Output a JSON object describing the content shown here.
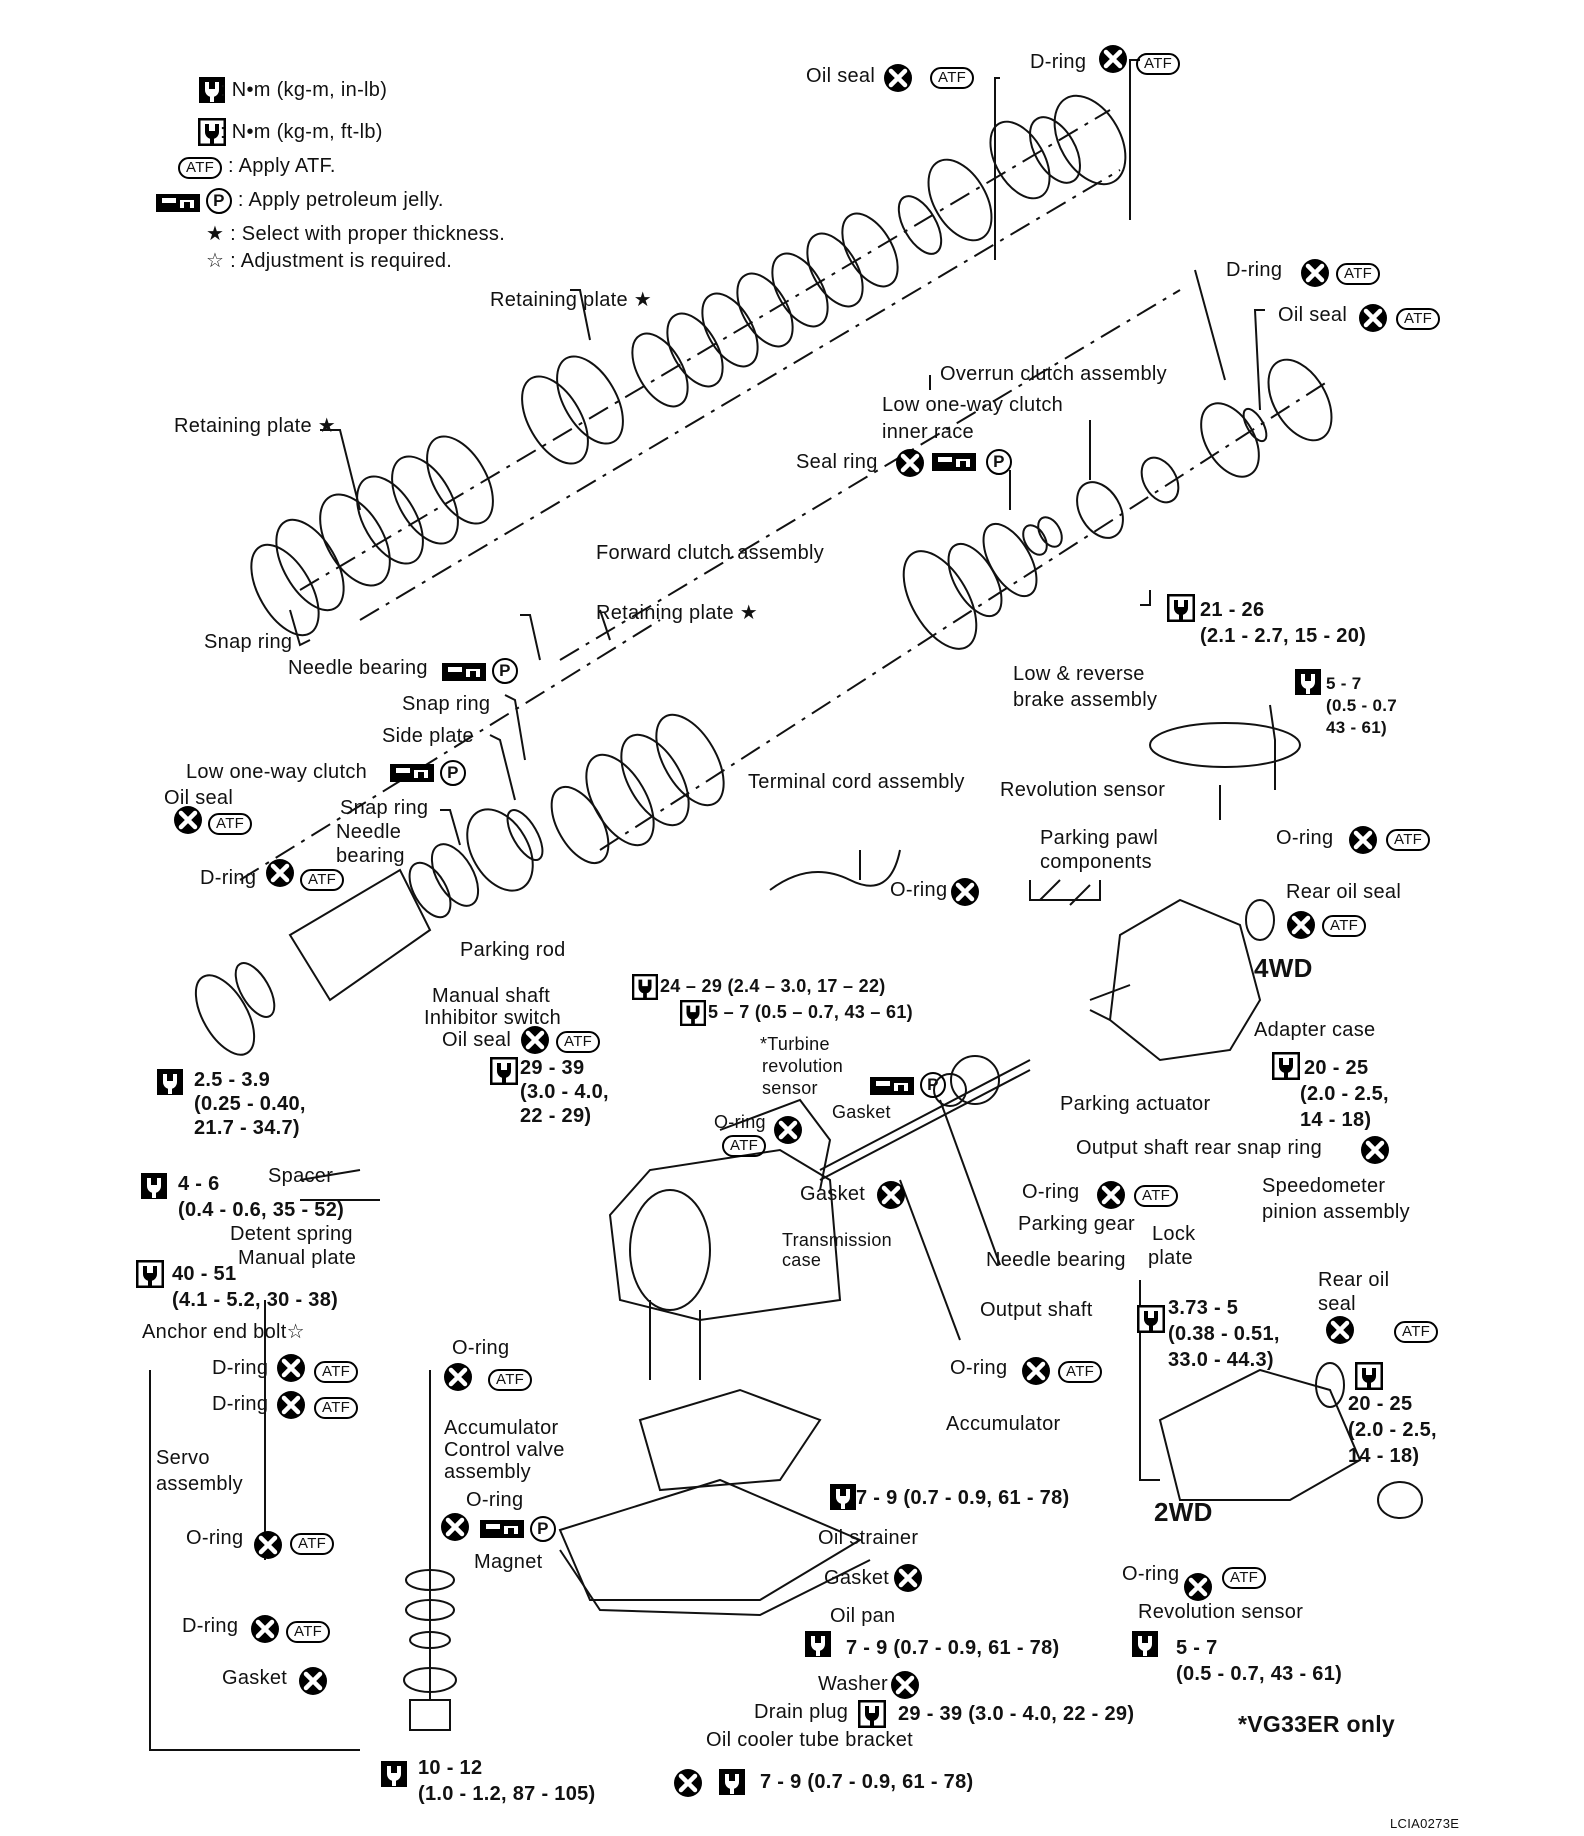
{
  "legend": {
    "items": [
      {
        "symbol": ": ",
        "text": "N•m (kg-m, in-lb)"
      },
      {
        "symbol": ": ",
        "text": "N•m (kg-m, ft-lb)"
      },
      {
        "symbol": "ATF",
        "text": ": Apply ATF."
      },
      {
        "symbol": "P",
        "text": ": Apply petroleum jelly."
      },
      {
        "symbol": "★",
        "text": ": Select with proper thickness."
      },
      {
        "symbol": "☆",
        "text": ": Adjustment is required."
      }
    ]
  },
  "badges": {
    "atf": "ATF",
    "p": "P"
  },
  "labels": {
    "oil_seal_top": "Oil seal",
    "d_ring_top": "D-ring",
    "d_ring_right": "D-ring",
    "oil_seal_right": "Oil seal",
    "retaining_plate_1": "Retaining plate ★",
    "overrun_clutch": "Overrun clutch assembly",
    "retaining_plate_2": "Retaining plate ★",
    "low_one_way_inner_1": "Low one-way clutch",
    "low_one_way_inner_2": "inner race",
    "seal_ring": "Seal ring",
    "forward_clutch": "Forward clutch assembly",
    "torque_21_26": "21 - 26",
    "torque_21_26_b": "(2.1 - 2.7, 15 - 20)",
    "retaining_plate_3": "Retaining plate ★",
    "snap_ring_1": "Snap ring",
    "needle_bearing_1": "Needle bearing",
    "low_reverse_1": "Low & reverse",
    "low_reverse_2": "brake assembly",
    "torque_5_7a": "5 - 7",
    "torque_5_7a_b": "(0.5 - 0.7",
    "torque_5_7a_c": "43 - 61)",
    "snap_ring_2": "Snap ring",
    "side_plate": "Side plate",
    "low_one_way": "Low one-way clutch",
    "oil_seal_left": "Oil seal",
    "terminal_cord": "Terminal cord assembly",
    "revolution_sensor_1": "Revolution sensor",
    "snap_ring_3": "Snap ring",
    "needle_bearing_2a": "Needle",
    "needle_bearing_2b": "bearing",
    "o_ring_1": "O-ring",
    "d_ring_left": "D-ring",
    "parking_pawl_1": "Parking pawl",
    "parking_pawl_2": "components",
    "o_ring_2": "O-ring",
    "rear_oil_seal": "Rear oil seal",
    "parking_rod": "Parking rod",
    "label_4wd": "4WD",
    "torque_24_29": "24 – 29 (2.4 – 3.0, 17 – 22)",
    "manual_shaft": "Manual shaft",
    "torque_5_7b": "5 – 7 (0.5 – 0.7, 43 – 61)",
    "inhibitor_switch": "Inhibitor switch",
    "adapter_case": "Adapter case",
    "turbine_1": "*Turbine",
    "turbine_2": "revolution",
    "turbine_3": "sensor",
    "oil_seal_mid": "Oil seal",
    "torque_29_39": "29 - 39",
    "torque_29_39_b": "(3.0 - 4.0,",
    "torque_29_39_c": "22 - 29)",
    "torque_2_5": "2.5 - 3.9",
    "torque_2_5_b": "(0.25 - 0.40,",
    "torque_2_5_c": "21.7 - 34.7)",
    "torque_20_25a": "20 - 25",
    "torque_20_25a_b": "(2.0 - 2.5,",
    "torque_20_25a_c": "14 - 18)",
    "gasket_1": "Gasket",
    "o_ring_3": "O-ring",
    "parking_actuator": "Parking actuator",
    "output_snap": "Output shaft rear snap ring",
    "spacer": "Spacer",
    "torque_4_6": "4 - 6",
    "torque_4_6_b": "(0.4 - 0.6, 35 - 52)",
    "gasket_2": "Gasket",
    "o_ring_4": "O-ring",
    "speedometer_1": "Speedometer",
    "speedometer_2": "pinion assembly",
    "detent_spring": "Detent spring",
    "parking_gear": "Parking gear",
    "manual_plate": "Manual plate",
    "transmission_1": "Transmission",
    "transmission_2": "case",
    "lock_1": "Lock",
    "lock_2": "plate",
    "needle_bearing_3": "Needle bearing",
    "torque_40_51": "40 - 51",
    "torque_40_51_b": "(4.1 - 5.2, 30 - 38)",
    "rear_oil_2a": "Rear oil",
    "rear_oil_2b": "seal",
    "anchor_bolt": "Anchor end bolt☆",
    "output_shaft": "Output shaft",
    "torque_3_73": "3.73 - 5",
    "torque_3_73_b": "(0.38 - 0.51,",
    "torque_3_73_c": "33.0 - 44.3)",
    "o_ring_5": "O-ring",
    "d_ring_4": "D-ring",
    "o_ring_6": "O-ring",
    "torque_20_25b": "20 - 25",
    "torque_20_25b_b": "(2.0 - 2.5,",
    "torque_20_25b_c": "14 - 18)",
    "d_ring_5": "D-ring",
    "accumulator_1": "Accumulator",
    "accumulator_2": "Accumulator",
    "servo_1": "Servo",
    "servo_2": "assembly",
    "control_valve_1": "Control valve",
    "control_valve_2": "assembly",
    "o_ring_7": "O-ring",
    "torque_7_9a": "7 - 9 (0.7 - 0.9, 61 - 78)",
    "label_2wd": "2WD",
    "o_ring_8": "O-ring",
    "oil_strainer": "Oil strainer",
    "magnet": "Magnet",
    "gasket_3": "Gasket",
    "o_ring_9": "O-ring",
    "revolution_sensor_2": "Revolution sensor",
    "d_ring_6": "D-ring",
    "oil_pan": "Oil pan",
    "torque_7_9b": "7 - 9 (0.7 - 0.9, 61 - 78)",
    "torque_5_7c": "5 - 7",
    "torque_5_7c_b": "(0.5 - 0.7, 43 - 61)",
    "gasket_4": "Gasket",
    "washer": "Washer",
    "drain_plug": "Drain plug",
    "torque_29_39b": "29 - 39 (3.0 - 4.0, 22 - 29)",
    "vg33er": "*VG33ER only",
    "oil_cooler": "Oil cooler tube bracket",
    "torque_10_12": "10 - 12",
    "torque_10_12_b": "(1.0 - 1.2, 87 - 105)",
    "torque_7_9c": "7 - 9 (0.7 - 0.9, 61 - 78)",
    "figure_id": "LCIA0273E"
  }
}
